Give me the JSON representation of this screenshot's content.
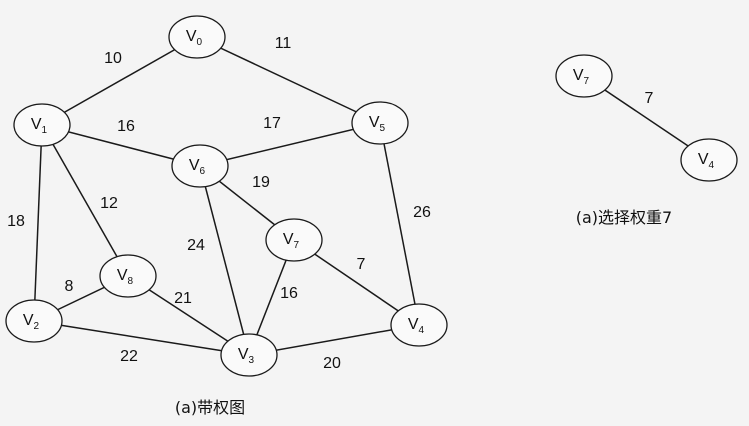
{
  "main_graph": {
    "caption": "(a)带权图",
    "nodes": [
      {
        "id": "v0",
        "letter": "V",
        "sub": "0"
      },
      {
        "id": "v1",
        "letter": "V",
        "sub": "1"
      },
      {
        "id": "v2",
        "letter": "V",
        "sub": "2"
      },
      {
        "id": "v3",
        "letter": "V",
        "sub": "3"
      },
      {
        "id": "v4",
        "letter": "V",
        "sub": "4"
      },
      {
        "id": "v5",
        "letter": "V",
        "sub": "5"
      },
      {
        "id": "v6",
        "letter": "V",
        "sub": "6"
      },
      {
        "id": "v7",
        "letter": "V",
        "sub": "7"
      },
      {
        "id": "v8",
        "letter": "V",
        "sub": "8"
      }
    ],
    "edges": [
      {
        "from": "v0",
        "to": "v1",
        "weight": "10"
      },
      {
        "from": "v0",
        "to": "v5",
        "weight": "11"
      },
      {
        "from": "v1",
        "to": "v6",
        "weight": "16"
      },
      {
        "from": "v6",
        "to": "v5",
        "weight": "17"
      },
      {
        "from": "v1",
        "to": "v2",
        "weight": "18"
      },
      {
        "from": "v1",
        "to": "v8",
        "weight": "12"
      },
      {
        "from": "v6",
        "to": "v7",
        "weight": "19"
      },
      {
        "from": "v5",
        "to": "v4",
        "weight": "26"
      },
      {
        "from": "v6",
        "to": "v3",
        "weight": "24"
      },
      {
        "from": "v7",
        "to": "v4",
        "weight": "7"
      },
      {
        "from": "v7",
        "to": "v3",
        "weight": "16"
      },
      {
        "from": "v2",
        "to": "v8",
        "weight": "8"
      },
      {
        "from": "v8",
        "to": "v3",
        "weight": "21"
      },
      {
        "from": "v2",
        "to": "v3",
        "weight": "22"
      },
      {
        "from": "v3",
        "to": "v4",
        "weight": "20"
      }
    ]
  },
  "selection_graph": {
    "caption": "(a)选择权重7",
    "nodes": [
      {
        "id": "s7",
        "letter": "V",
        "sub": "7"
      },
      {
        "id": "s4",
        "letter": "V",
        "sub": "4"
      }
    ],
    "edges": [
      {
        "from": "s7",
        "to": "s4",
        "weight": "7"
      }
    ]
  }
}
